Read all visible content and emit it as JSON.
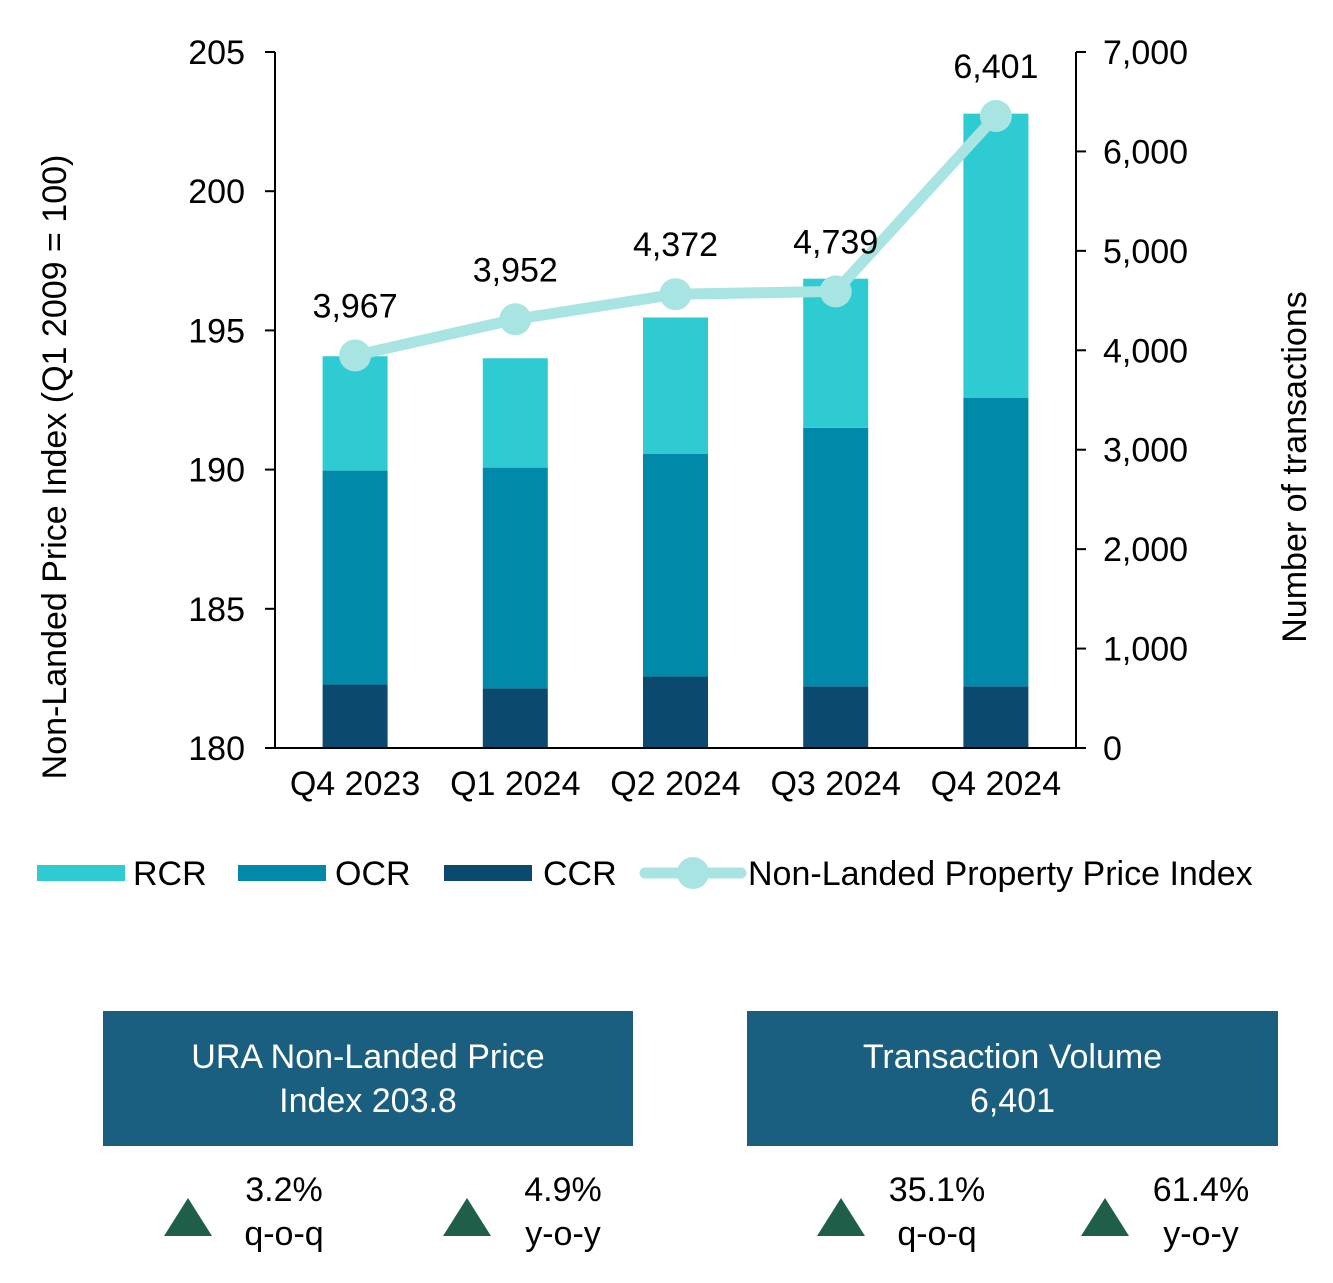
{
  "chart_data": {
    "type": "bar",
    "categories": [
      "Q4 2023",
      "Q1 2024",
      "Q2 2024",
      "Q3 2024",
      "Q4 2024"
    ],
    "series": [
      {
        "name": "CCR",
        "type": "stacked-bar",
        "axis": "right",
        "color": "#0b4a6e",
        "values": [
          640,
          600,
          720,
          620,
          620
        ]
      },
      {
        "name": "OCR",
        "type": "stacked-bar",
        "axis": "right",
        "color": "#0089a8",
        "values": [
          2150,
          2220,
          2240,
          2600,
          2900
        ]
      },
      {
        "name": "RCR",
        "type": "stacked-bar",
        "axis": "right",
        "color": "#2ecbd3",
        "values": [
          1150,
          1100,
          1370,
          1500,
          2860
        ]
      },
      {
        "name": "Non-Landed Property Price Index",
        "type": "line",
        "axis": "left",
        "color": "#a8e4e2",
        "values": [
          194.1,
          195.4,
          196.3,
          196.4,
          202.7
        ]
      }
    ],
    "totals_labels": [
      "3,967",
      "3,952",
      "4,372",
      "4,739",
      "6,401"
    ],
    "ylabel": "Non-Landed Price Index (Q1 2009 = 100)",
    "ylabel_right": "Number of transactions",
    "ylim": [
      180,
      205
    ],
    "ylim_right": [
      0,
      7000
    ],
    "yticks": [
      "180",
      "185",
      "190",
      "195",
      "200",
      "205"
    ],
    "yticks_right": [
      "0",
      "1,000",
      "2,000",
      "3,000",
      "4,000",
      "5,000",
      "6,000",
      "7,000"
    ],
    "legend": [
      "RCR",
      "OCR",
      "CCR",
      "Non-Landed Property Price Index"
    ],
    "legend_position": "bottom",
    "grid": false
  },
  "kpis": [
    {
      "title": "URA Non-Landed Price Index 203.8",
      "stats": [
        {
          "value": "3.2%",
          "period": "q-o-q",
          "direction": "up"
        },
        {
          "value": "4.9%",
          "period": "y-o-y",
          "direction": "up"
        }
      ]
    },
    {
      "title": "Transaction Volume 6,401",
      "stats": [
        {
          "value": "35.1%",
          "period": "q-o-q",
          "direction": "up"
        },
        {
          "value": "61.4%",
          "period": "y-o-y",
          "direction": "up"
        }
      ]
    }
  ],
  "colors": {
    "kpi_box": "#1a5e80",
    "up_arrow": "#1f5f4a"
  }
}
